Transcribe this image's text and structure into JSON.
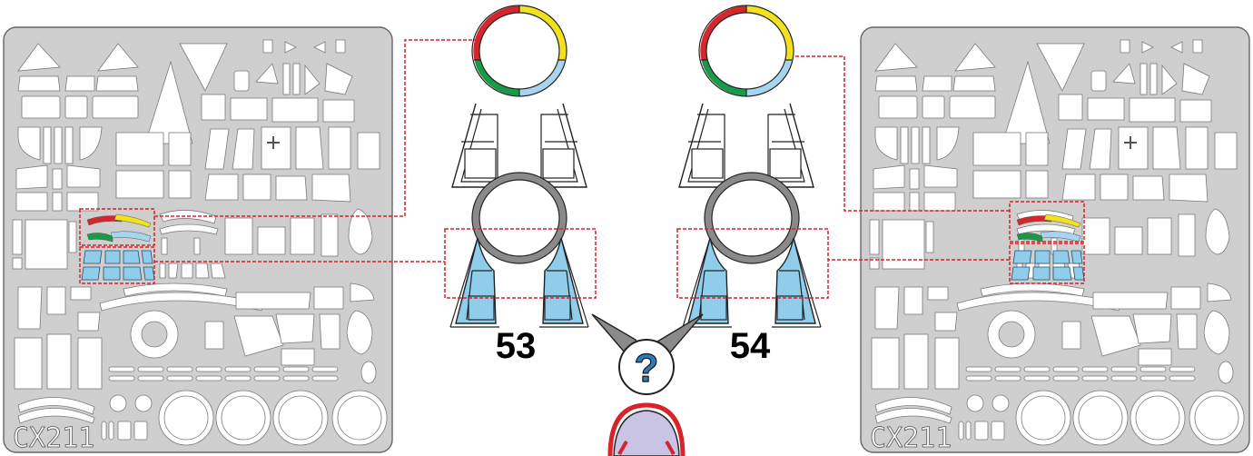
{
  "sheets": [
    {
      "code": "CX211"
    },
    {
      "code": "CX211"
    }
  ],
  "variants": [
    {
      "number": "53"
    },
    {
      "number": "54"
    }
  ],
  "question": {
    "glyph": "?"
  },
  "colors": {
    "sheet_fill": "#cfcfcf",
    "sheet_stroke": "#666666",
    "cutout": "#ffffff",
    "highlight": "#d8232a",
    "ring_red": "#d6262b",
    "ring_yellow": "#f1e21c",
    "ring_green": "#1a9a48",
    "ring_blue": "#a6d5ef",
    "pane_blue": "#8fcdeb",
    "ring_gray": "#8a8a8a",
    "dome_fill": "#c9c3e4"
  }
}
